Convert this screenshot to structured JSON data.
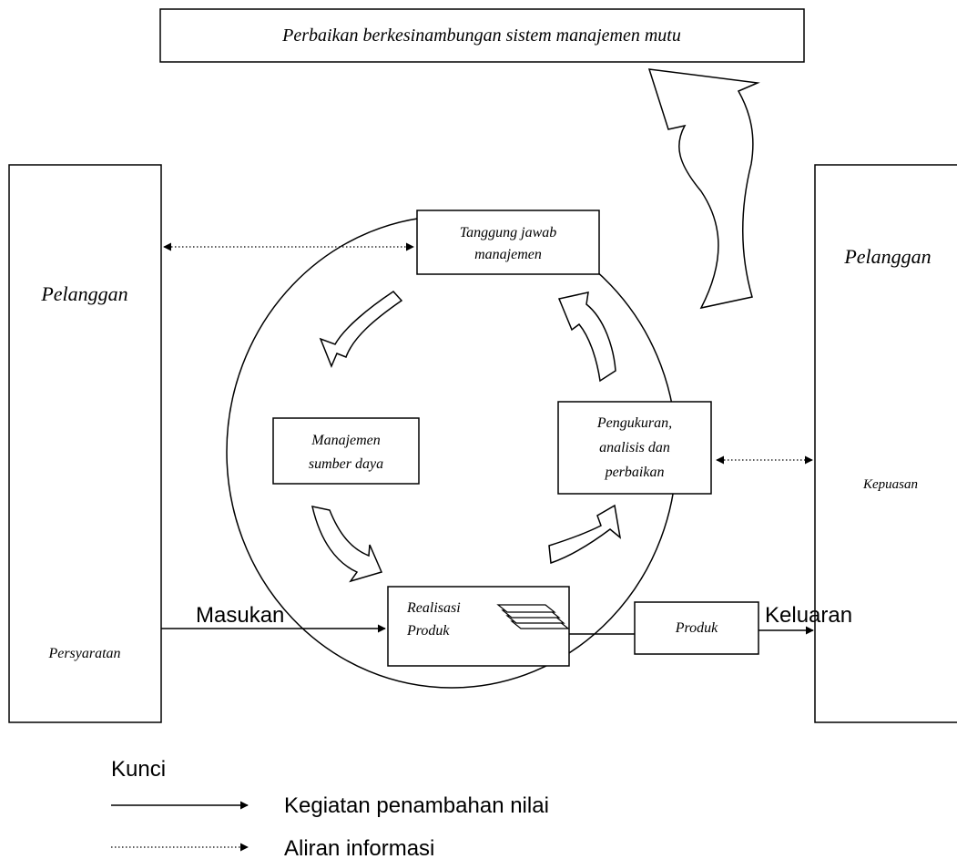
{
  "top_box": {
    "label": "Perbaikan berkesinambungan sistem manajemen mutu"
  },
  "left_customer": {
    "title": "Pelanggan",
    "requirement": "Persyaratan"
  },
  "right_customer": {
    "title": "Pelanggan",
    "satisfaction": "Kepuasan"
  },
  "processes": {
    "management_responsibility": [
      "Tanggung jawab",
      "manajemen"
    ],
    "resource_management": [
      "Manajemen",
      "sumber daya"
    ],
    "measurement": [
      "Pengukuran,",
      "analisis dan",
      "perbaikan"
    ],
    "product_realization": [
      "Realisasi",
      "Produk"
    ]
  },
  "product": {
    "label": "Produk"
  },
  "flow_labels": {
    "input": "Masukan",
    "output": "Keluaran"
  },
  "legend": {
    "title": "Kunci",
    "items": [
      {
        "style": "solid",
        "label": "Kegiatan penambahan nilai"
      },
      {
        "style": "dotted",
        "label": "Aliran informasi"
      }
    ]
  }
}
